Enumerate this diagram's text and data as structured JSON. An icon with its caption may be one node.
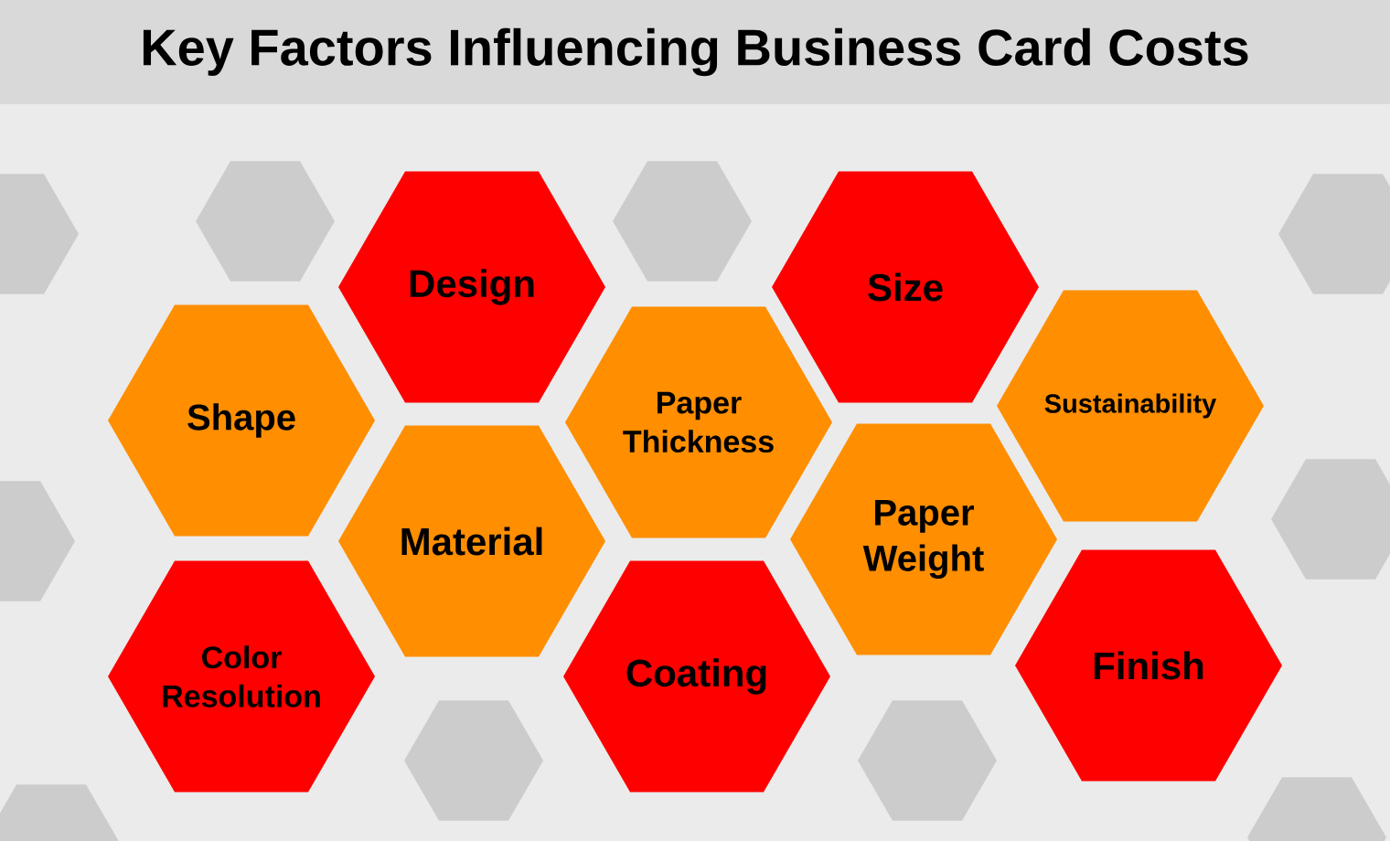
{
  "diagram": {
    "title": "Key Factors Influencing Business Card Costs",
    "nodes": [
      {
        "text": [],
        "shape": "hexagon"
      },
      {
        "text": [],
        "shape": "hexagon"
      },
      {
        "text": [
          "Design"
        ]
      },
      {
        "text": [],
        "shape": "hexagon"
      },
      {
        "text": [
          "Size"
        ]
      },
      {
        "text": [],
        "shape": "hexagon"
      },
      {
        "text": [
          "Shape"
        ]
      },
      {
        "text": [
          "Paper Thickness"
        ]
      },
      {
        "text": [
          "Sustainability"
        ]
      },
      {
        "text": [],
        "shape": "hexagon"
      },
      {
        "text": [],
        "shape": "hexagon"
      },
      {
        "text": [
          "Material"
        ]
      },
      {
        "text": [
          "Paper Weight"
        ]
      },
      {
        "text": [
          "Color Resolution"
        ]
      },
      {
        "text": [
          "Coating"
        ]
      },
      {
        "text": [
          "Finish"
        ]
      },
      {
        "text": [],
        "shape": "hexagon"
      },
      {
        "text": [],
        "shape": "hexagon"
      },
      {
        "text": [],
        "shape": "hexagon"
      },
      {
        "text": [],
        "shape": "hexagon"
      }
    ],
    "edges": []
  }
}
